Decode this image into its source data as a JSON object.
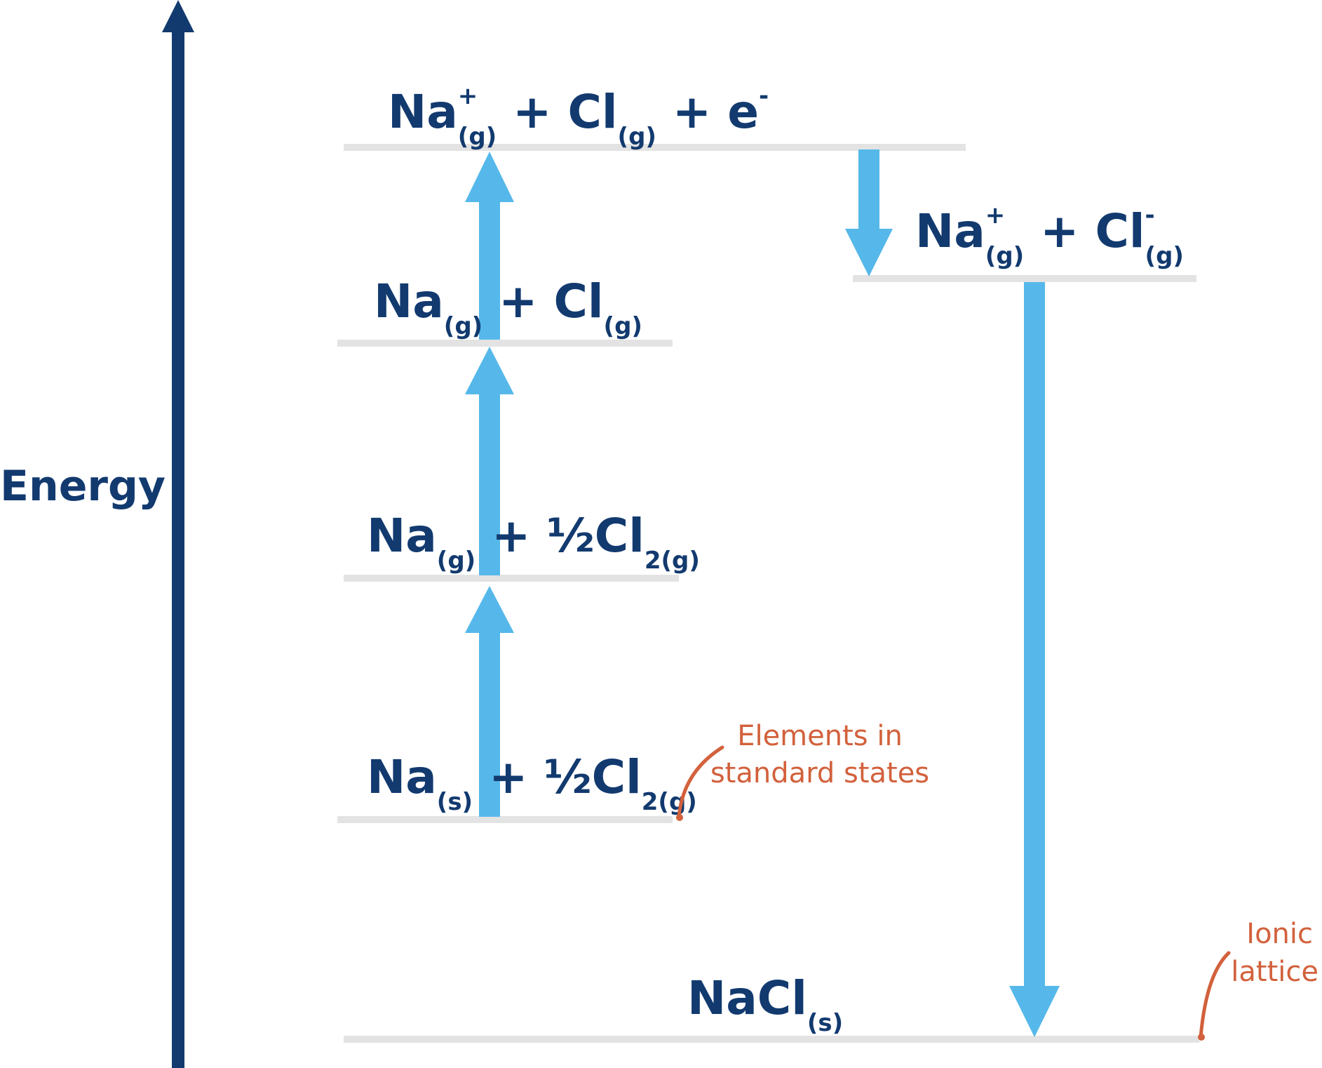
{
  "colors": {
    "navy": "#123a6f",
    "arrow": "#56b8ea",
    "level": "#e3e3e3",
    "note": "#d2613c"
  },
  "axis": {
    "label": "Energy"
  },
  "levels": {
    "ions_electron": [
      {
        "text": "Na",
        "pos": "base"
      },
      {
        "text": "+",
        "pos": "sup"
      },
      {
        "text": "(g)",
        "pos": "sub"
      },
      {
        "text": " + Cl",
        "pos": "base"
      },
      {
        "text": "(g)",
        "pos": "sub"
      },
      {
        "text": " + e",
        "pos": "base"
      },
      {
        "text": "-",
        "pos": "sup"
      }
    ],
    "gas_atoms": [
      {
        "text": "Na",
        "pos": "base"
      },
      {
        "text": "(g)",
        "pos": "sub"
      },
      {
        "text": " + Cl",
        "pos": "base"
      },
      {
        "text": "(g)",
        "pos": "sub"
      }
    ],
    "gas_na_half_cl2": [
      {
        "text": "Na",
        "pos": "base"
      },
      {
        "text": "(g)",
        "pos": "sub"
      },
      {
        "text": " + ½Cl",
        "pos": "base"
      },
      {
        "text": "2(g)",
        "pos": "sub"
      }
    ],
    "standard_states": [
      {
        "text": "Na",
        "pos": "base"
      },
      {
        "text": "(s)",
        "pos": "sub"
      },
      {
        "text": " + ½Cl",
        "pos": "base"
      },
      {
        "text": "2(g)",
        "pos": "sub"
      }
    ],
    "gaseous_ions": [
      {
        "text": "Na",
        "pos": "base"
      },
      {
        "text": "+",
        "pos": "sup"
      },
      {
        "text": "(g)",
        "pos": "sub"
      },
      {
        "text": " + Cl",
        "pos": "base"
      },
      {
        "text": "-",
        "pos": "sup"
      },
      {
        "text": "(g)",
        "pos": "sub"
      }
    ],
    "lattice": [
      {
        "text": "NaCl",
        "pos": "base"
      },
      {
        "text": "(s)",
        "pos": "sub"
      }
    ]
  },
  "annotations": {
    "elements_line1": "Elements in",
    "elements_line2": "standard states",
    "ionic_line1": "Ionic",
    "ionic_line2": "lattice"
  }
}
